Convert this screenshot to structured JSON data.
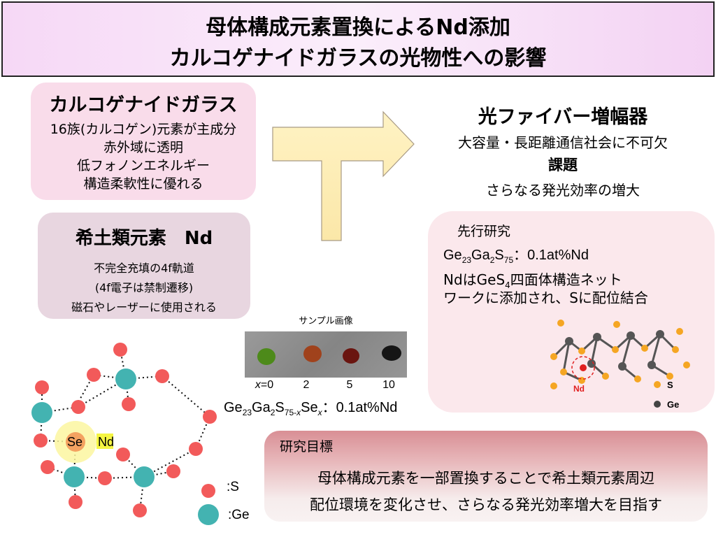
{
  "title": {
    "line1": "母体構成元素置換によるNd添加",
    "line2": "カルコゲナイドガラスの光物性への影響"
  },
  "chalcogenide": {
    "title": "カルコゲナイドガラス",
    "lines": [
      "16族(カルコゲン)元素が主成分",
      "赤外域に透明",
      "低フォノンエネルギー",
      "構造柔軟性に優れる"
    ]
  },
  "rare_earth": {
    "title": "希土類元素　Nd",
    "lines": [
      "不完全充填の4f軌道",
      "(4f電子は禁制遷移)",
      "磁石やレーザーに使用される"
    ]
  },
  "fiber_amp": {
    "title": "光ファイバー増幅器",
    "line1": "大容量・長距離通信社会に不可欠",
    "issue_label": "課題",
    "issue_text": "さらなる発光効率の増大"
  },
  "prior_research": {
    "title": "先行研究",
    "formula": {
      "ge": "Ge",
      "ge_sub": "23",
      "ga": "Ga",
      "ga_sub": "2",
      "s": "S",
      "s_sub": "75",
      "suffix": "：0.1at%Nd"
    },
    "text1": {
      "pre": "NdはGeS",
      "sub": "4",
      "post": "四面体構造ネット"
    },
    "text2": "ワークに添加され、Sに配位結合",
    "mol_labels": {
      "nd": "Nd",
      "s": "S",
      "ge": "Ge"
    }
  },
  "sample": {
    "caption": "サンプル画像",
    "x_var": "x",
    "labels": [
      "=0",
      "2",
      "5",
      "10"
    ],
    "dot_colors": [
      "#4d8a1a",
      "#a0421c",
      "#6a1510",
      "#151515"
    ],
    "formula": {
      "ge": "Ge",
      "ge_sub": "23",
      "ga": "Ga",
      "ga_sub": "2",
      "s": "S",
      "s_sub_pre": "75-",
      "x": "x",
      "se": "Se",
      "se_sub": "x",
      "suffix": "：0.1at%Nd"
    }
  },
  "network": {
    "se_label": "Se",
    "nd_label": "Nd",
    "legend_s": ":S",
    "legend_ge": ":Ge",
    "colors": {
      "s": "#f25a5a",
      "ge": "#43b3b1",
      "se": "#f4a261",
      "nd_highlight": "#f5f542"
    }
  },
  "goal": {
    "title": "研究目標",
    "line1": "母体構成元素を一部置換することで希土類元素周辺",
    "line2": "配位環境を変化させ、さらなる発光効率増大を目指す"
  }
}
